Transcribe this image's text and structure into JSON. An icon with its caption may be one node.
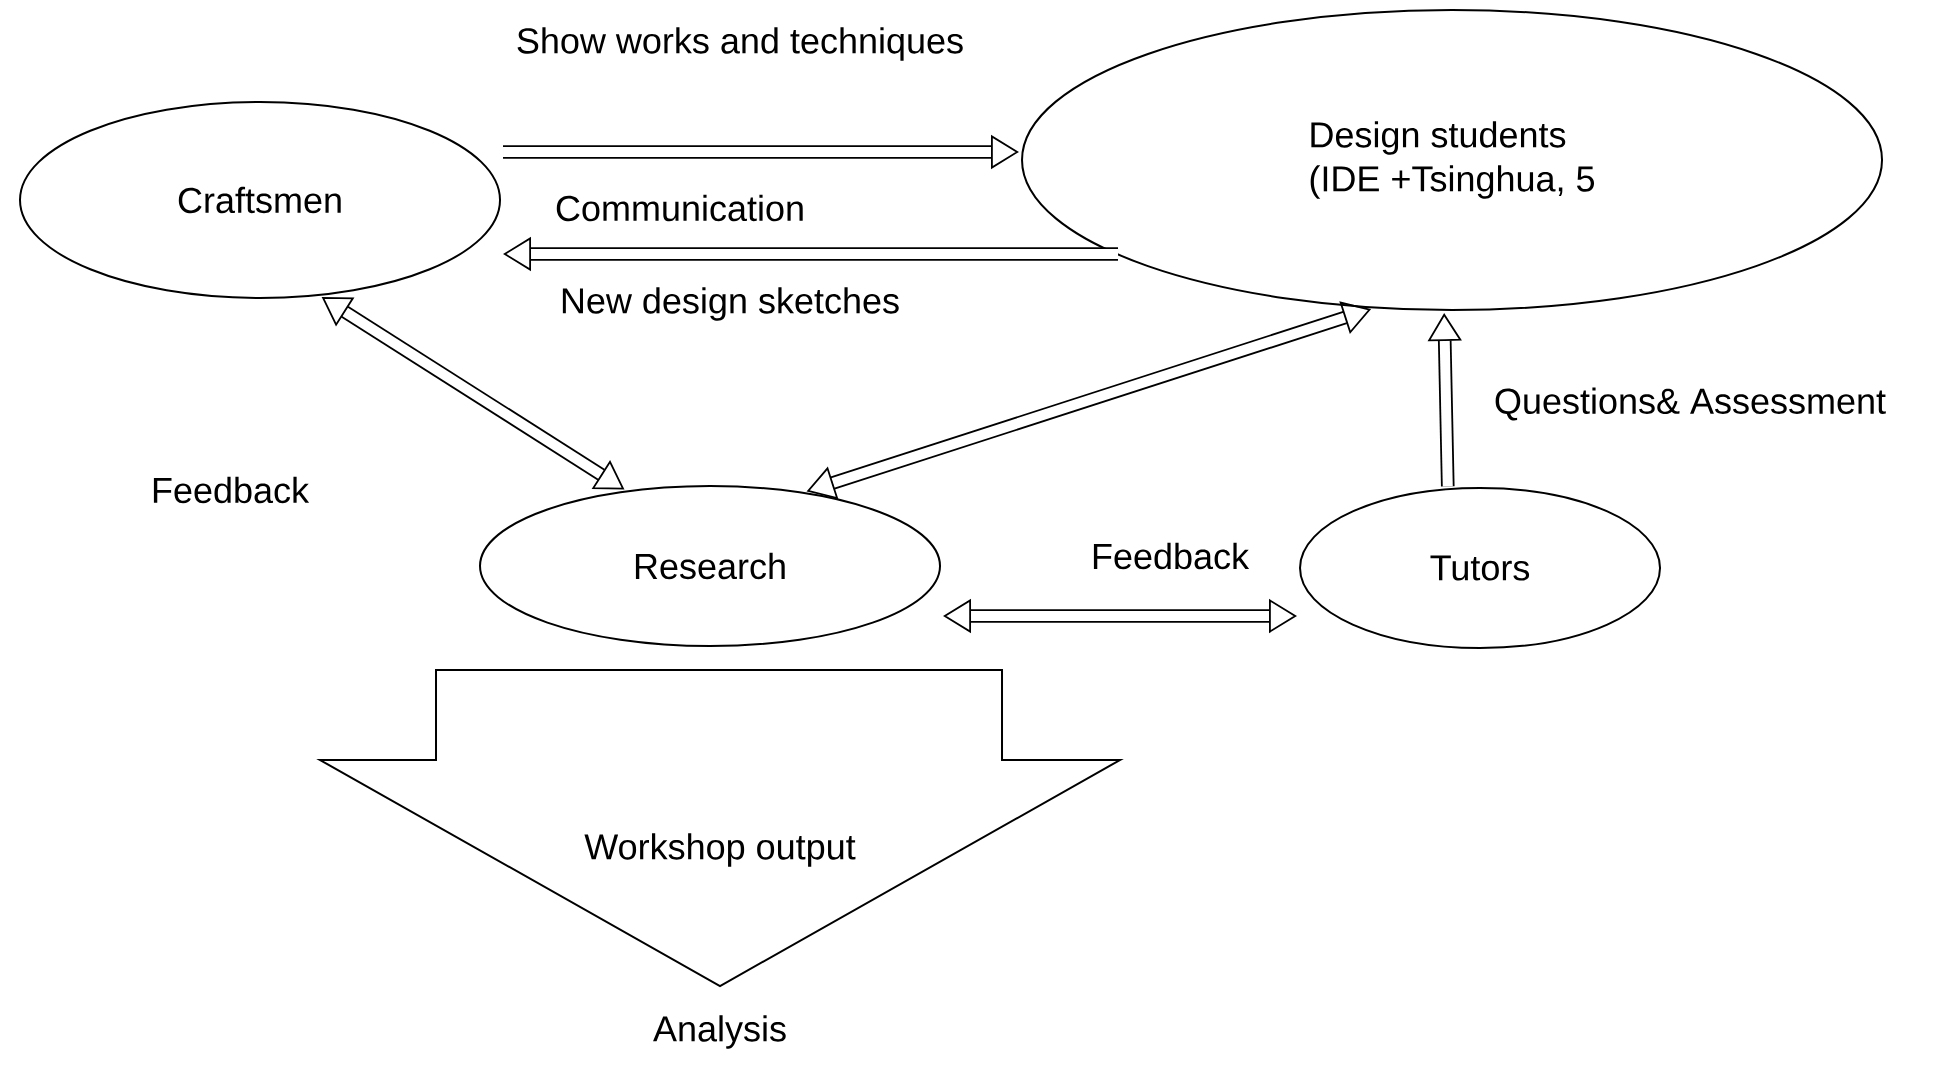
{
  "diagram": {
    "nodes": [
      {
        "text": [
          "Craftsmen"
        ]
      },
      {
        "text": [
          "Design students",
          "(IDE +Tsinghua, 5"
        ]
      },
      {
        "text": [
          "Research"
        ]
      },
      {
        "text": [
          "Tutors"
        ]
      },
      {
        "text": [
          "Workshop output"
        ],
        "beside": [
          "Analysis"
        ]
      }
    ],
    "edges": [
      {
        "from": 0,
        "to": 1,
        "arrow": "to",
        "label": "Show works and techniques"
      },
      {
        "from": 1,
        "to": 0,
        "arrow": "to",
        "label": "New design sketches"
      },
      {
        "from": 0,
        "to": 2,
        "arrow": "both",
        "label": "Feedback"
      },
      {
        "from": 1,
        "to": 2,
        "arrow": "both"
      },
      {
        "from": 3,
        "to": 1,
        "arrow": "to",
        "label": "Questions& Assessment"
      },
      {
        "from": 2,
        "to": 3,
        "arrow": "both",
        "label": "Feedback"
      }
    ],
    "labels": [
      "Communication"
    ]
  }
}
